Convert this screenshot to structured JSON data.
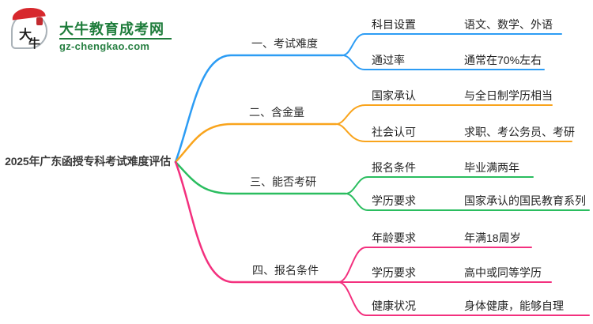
{
  "logo": {
    "icon_char_top": "大",
    "icon_char_bottom": "牛",
    "site_name": "大牛教育成考网",
    "site_domain": "gz-chengkao.com",
    "green": "#1e7c3b",
    "red": "#d7282d"
  },
  "center": {
    "title": "2025年广东函授专科考试难度评估"
  },
  "colors": {
    "blue": "#2c9cf4",
    "orange": "#f9a41c",
    "green": "#2abd5f",
    "pink": "#f3307e"
  },
  "branches": [
    {
      "label": "一、考试难度",
      "color": "#2c9cf4",
      "children": [
        {
          "label": "科目设置",
          "value": "语文、数学、外语"
        },
        {
          "label": "通过率",
          "value": "通常在70%左右"
        }
      ]
    },
    {
      "label": "二、含金量",
      "color": "#f9a41c",
      "children": [
        {
          "label": "国家承认",
          "value": "与全日制学历相当"
        },
        {
          "label": "社会认可",
          "value": "求职、考公务员、考研"
        }
      ]
    },
    {
      "label": "三、能否考研",
      "color": "#2abd5f",
      "children": [
        {
          "label": "报名条件",
          "value": "毕业满两年"
        },
        {
          "label": "学历要求",
          "value": "国家承认的国民教育系列"
        }
      ]
    },
    {
      "label": "四、报名条件",
      "color": "#f3307e",
      "children": [
        {
          "label": "年龄要求",
          "value": "年满18周岁"
        },
        {
          "label": "学历要求",
          "value": "高中或同等学历"
        },
        {
          "label": "健康状况",
          "value": "身体健康，能够自理"
        }
      ]
    }
  ]
}
